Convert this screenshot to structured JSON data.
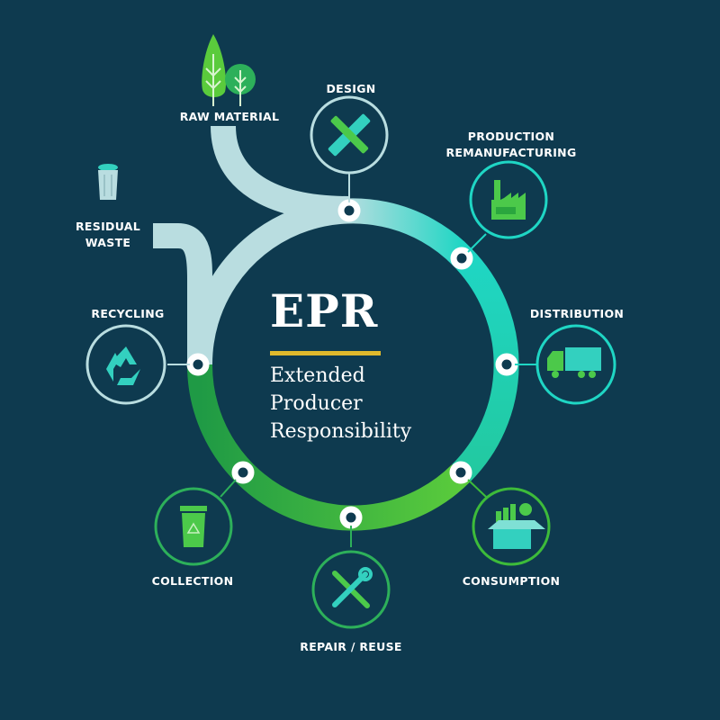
{
  "center": {
    "title": "EPR",
    "subtitle_lines": [
      "Extended",
      "Producer",
      "Responsibility"
    ],
    "rule_color": "#e0b92c"
  },
  "stages": {
    "raw_material": {
      "label": "RAW MATERIAL",
      "icon": "trees-icon"
    },
    "design": {
      "label": "DESIGN",
      "icon": "pencil-ruler-icon"
    },
    "production": {
      "label_line1": "PRODUCTION",
      "label_line2": "REMANUFACTURING",
      "icon": "factory-icon"
    },
    "distribution": {
      "label": "DISTRIBUTION",
      "icon": "truck-icon"
    },
    "consumption": {
      "label": "CONSUMPTION",
      "icon": "box-chart-icon"
    },
    "repair_reuse": {
      "label": "REPAIR / REUSE",
      "icon": "wrench-screwdriver-icon"
    },
    "collection": {
      "label": "COLLECTION",
      "icon": "recycle-bin-icon"
    },
    "recycling": {
      "label": "RECYCLING",
      "icon": "recycle-icon"
    },
    "residual_waste": {
      "label_line1": "RESIDUAL",
      "label_line2": "WASTE",
      "icon": "trash-bin-icon"
    }
  },
  "colors": {
    "background": "#0e3a4f",
    "ring_light": "#b9dde0",
    "ring_teal": "#1fd6c4",
    "ring_green": "#3dbb3a",
    "ring_dark_green": "#1f9a45",
    "icon_green": "#4cc94a",
    "icon_teal": "#33d0bf"
  }
}
